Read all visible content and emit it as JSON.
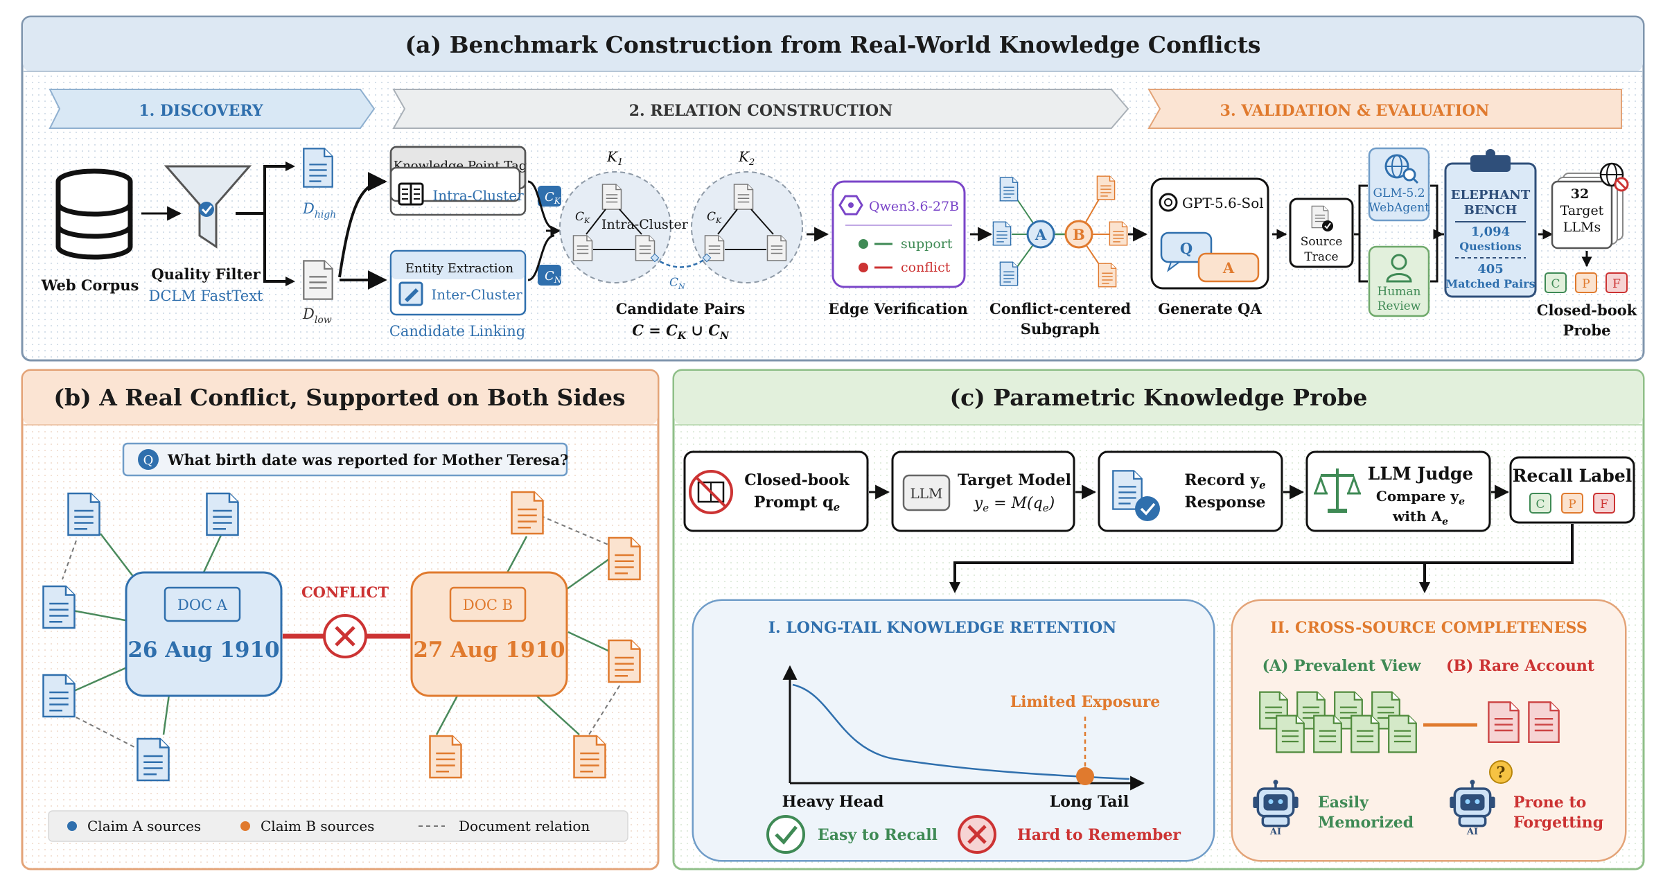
{
  "panel_a": {
    "title": "(a) Benchmark Construction from Real-World Knowledge Conflicts",
    "stage1": "1.  DISCOVERY",
    "stage2": "2. RELATION CONSTRUCTION",
    "stage3": "3. VALIDATION & EVALUATION",
    "web_corpus": "Web Corpus",
    "quality_filter": "Quality Filter",
    "dclm": "DCLM FastText",
    "d_high": "D",
    "d_high_sub": "high",
    "d_low": "D",
    "d_low_sub": "low",
    "kp_tag": "Knowledge Point Tag",
    "intra_cluster": "Intra-Cluster",
    "entity_extraction": "Entity Extraction",
    "inter_cluster": "Inter-Cluster",
    "candidate_linking": "Candidate Linking",
    "ck_badge": "C",
    "ck_badge_sub": "K",
    "cn_badge": "C",
    "cn_badge_sub": "N",
    "k1": "K",
    "k1_sub": "1",
    "k2": "K",
    "k2_sub": "2",
    "intra_cluster_label": "Intra-Cluster",
    "ck_label": "C",
    "cn_label": "C",
    "candidate_pairs": "Candidate Pairs",
    "candidate_formula": "C = C",
    "qwen": "Qwen3.6-27B",
    "support": "support",
    "conflict": "conflict",
    "edge_verification": "Edge Verification",
    "node_a": "A",
    "node_b": "B",
    "subgraph_1": "Conflict-centered",
    "subgraph_2": "Subgraph",
    "gpt": "GPT-5.6-Sol",
    "q_label": "Q",
    "a_label": "A",
    "generate_qa": "Generate QA",
    "source_trace_1": "Source",
    "source_trace_2": "Trace",
    "glm_1": "GLM-5.2",
    "glm_2": "WebAgent",
    "human_1": "Human",
    "human_2": "Review",
    "elephant_1": "ELEPHANT",
    "elephant_2": "BENCH",
    "questions_num": "1,094",
    "questions_label": "Questions",
    "pairs_num": "405",
    "pairs_label": "Matched Pairs",
    "target_num": "32",
    "target_1": "Target",
    "target_2": "LLMs",
    "c": "C",
    "p": "P",
    "f": "F",
    "closed_book_1": "Closed-book",
    "closed_book_2": "Probe"
  },
  "panel_b": {
    "title": "(b) A Real Conflict, Supported on Both Sides",
    "q_icon": "Q",
    "question": "What birth date was reported for Mother Teresa?",
    "doc_a": "DOC A",
    "date_a": "26 Aug 1910",
    "conflict": "CONFLICT",
    "doc_b": "DOC B",
    "date_b": "27 Aug 1910",
    "legend_a": "Claim A sources",
    "legend_b": "Claim B sources",
    "legend_rel": "Document relation"
  },
  "panel_c": {
    "title": "(c) Parametric Knowledge Probe",
    "step1_1": "Closed-book",
    "step1_2": "Prompt q",
    "step2_icon": "LLM",
    "step2_1": "Target Model",
    "step2_2": "y",
    "step3_1": "Record y",
    "step3_2": "Response",
    "step4_1": "LLM Judge",
    "step4_2": "Compare y",
    "step4_3": "with A",
    "step5_1": "Recall Label",
    "c": "C",
    "p": "P",
    "f": "F",
    "sub1_title": "I. LONG-TAIL KNOWLEDGE RETENTION",
    "limited_exposure": "Limited Exposure",
    "heavy_head": "Heavy Head",
    "long_tail": "Long Tail",
    "easy": "Easy to Recall",
    "hard": "Hard to Remember",
    "sub2_title": "II. CROSS-SOURCE COMPLETENESS",
    "prevalent": "(A) Prevalent View",
    "rare": "(B) Rare Account",
    "easily_1": "Easily",
    "easily_2": "Memorized",
    "prone_1": "Prone to",
    "prone_2": "Forgetting",
    "ai": "AI",
    "qmark": "?"
  },
  "colors": {
    "blue": "#2f6fad",
    "orange": "#e07a2e",
    "green": "#3f8a55",
    "red": "#cc3333",
    "purple": "#7a45c8",
    "panel_a_bg": "#eef3f8",
    "panel_b_bg": "#fdf6f1",
    "panel_c_bg": "#f4f8f2"
  }
}
